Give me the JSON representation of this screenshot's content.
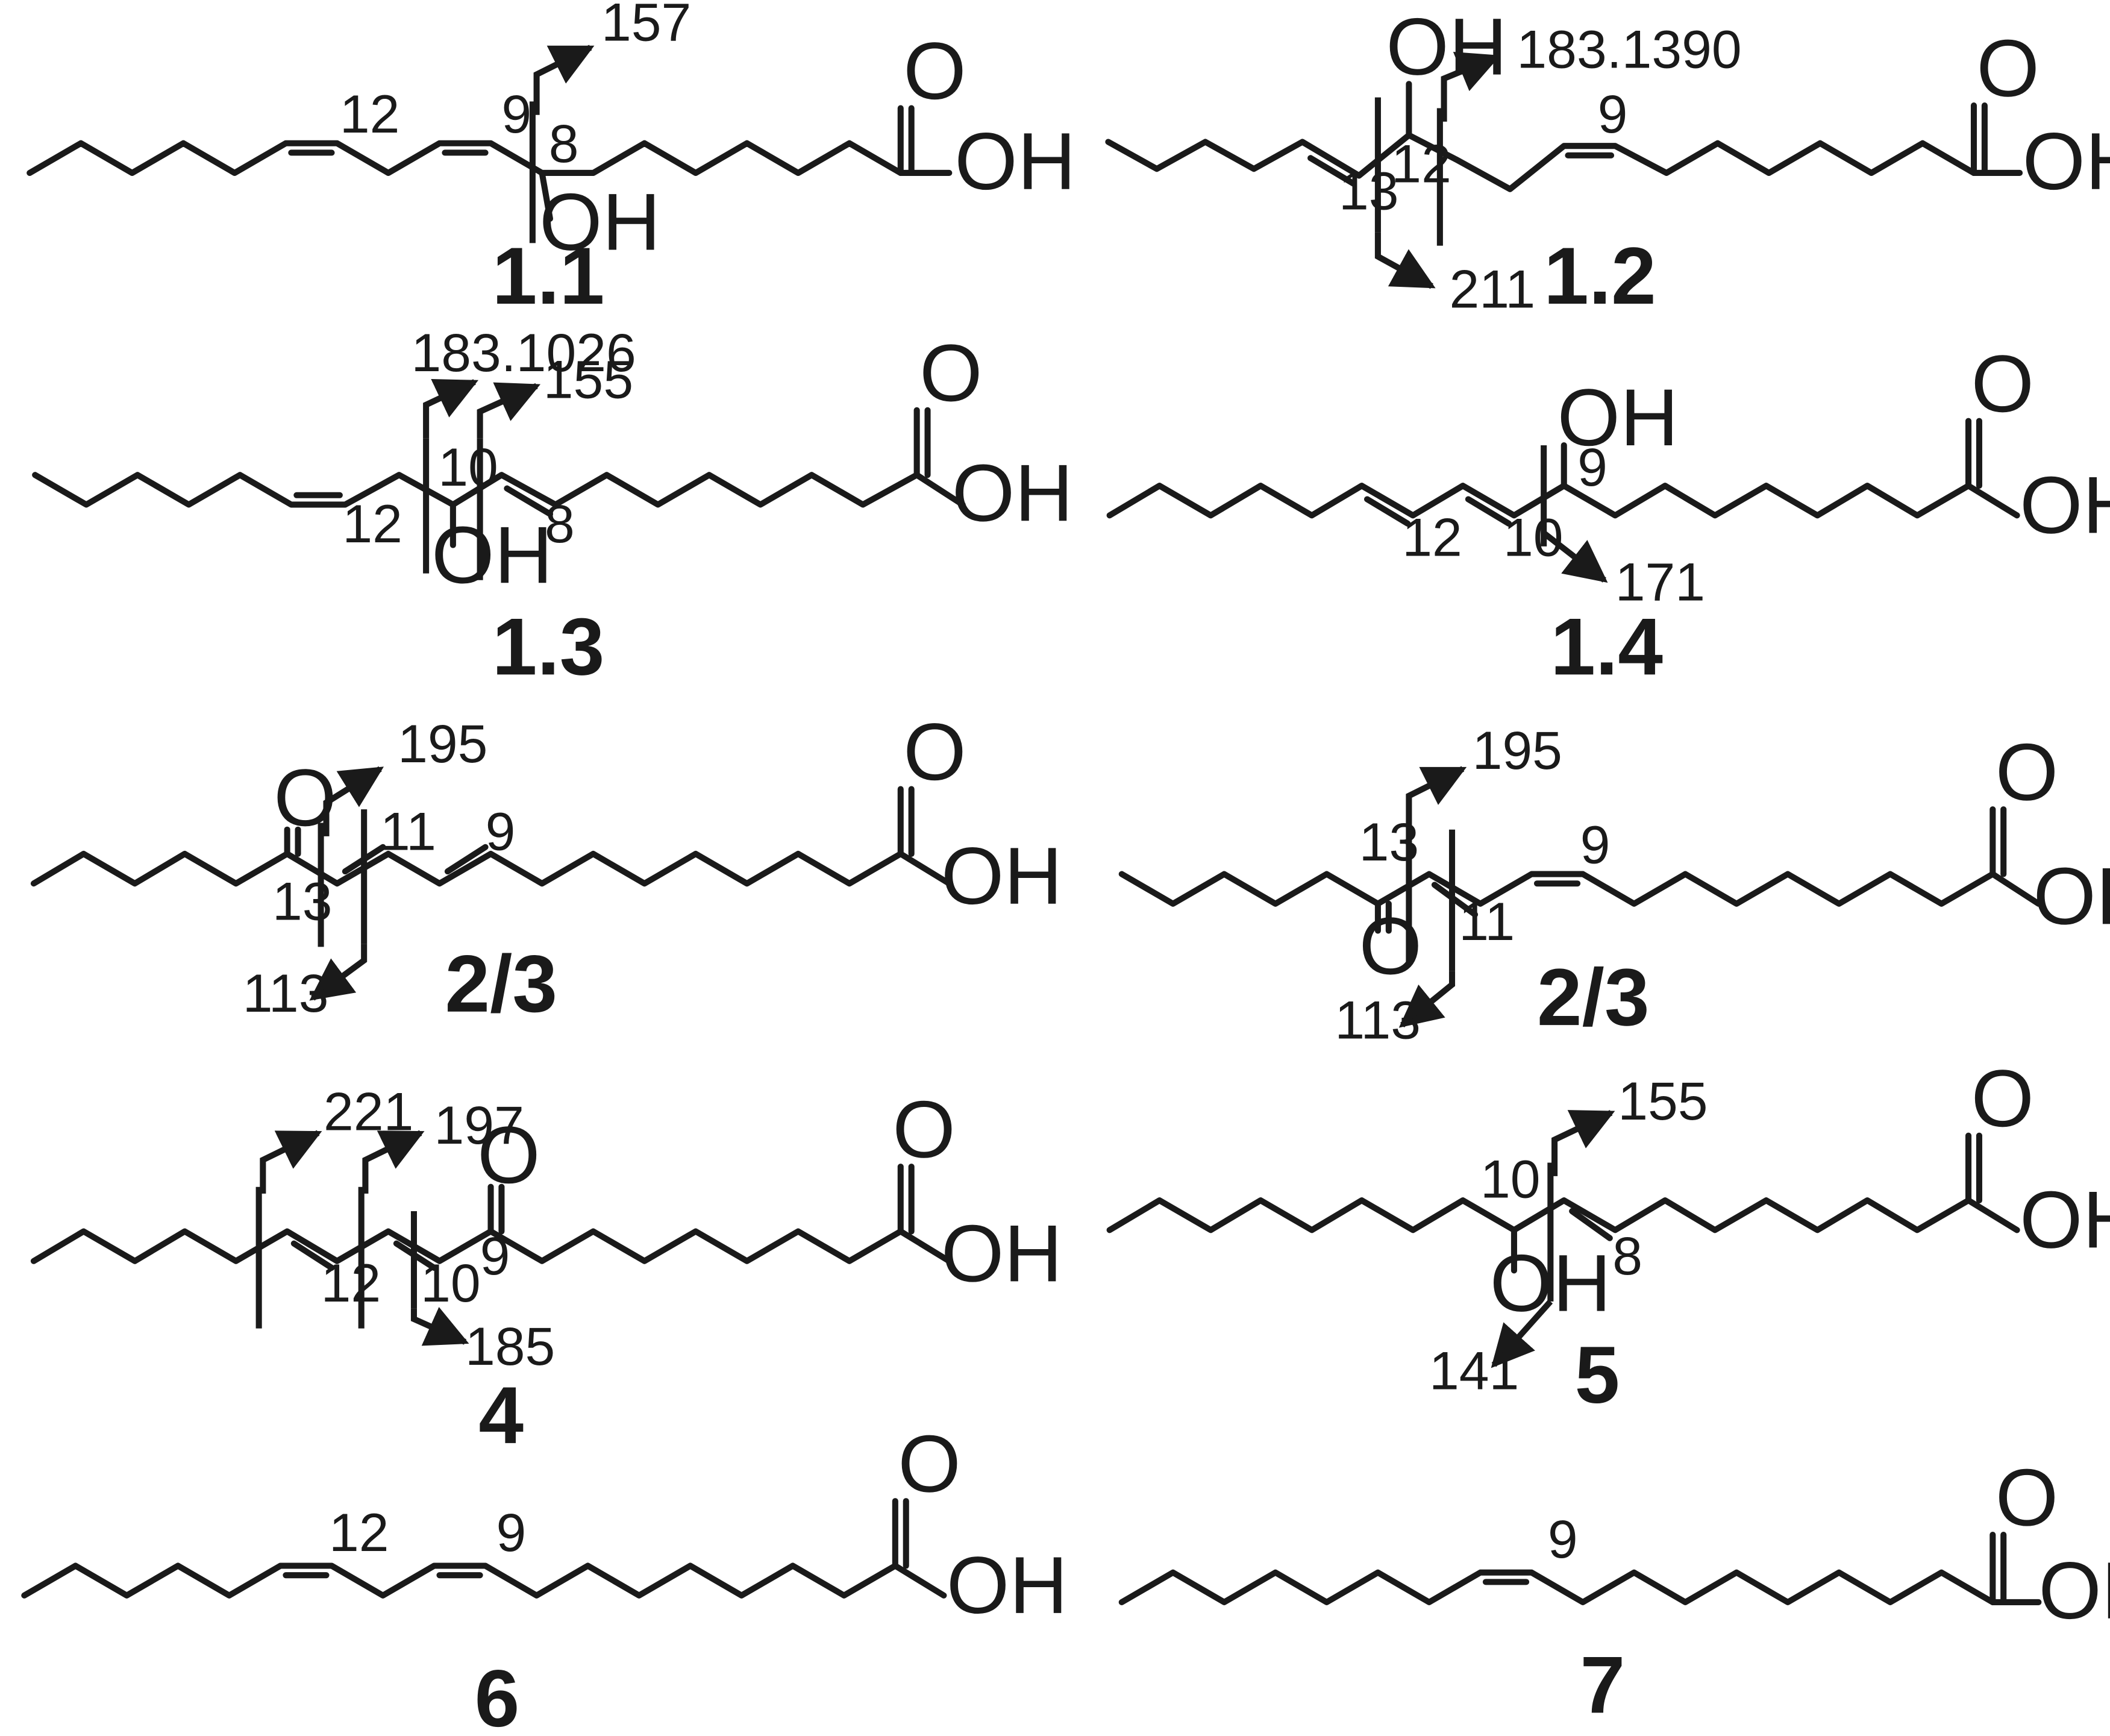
{
  "colors": {
    "ink": "#1a1a1a",
    "background": "#ffffff"
  },
  "atoms": {
    "oh": "OH",
    "o": "O"
  },
  "compounds": {
    "c11": {
      "id": "1.1",
      "n12": "12",
      "n9": "9",
      "n8": "8",
      "mz157": "157"
    },
    "c12": {
      "id": "1.2",
      "n9": "9",
      "n12": "12",
      "n13": "13",
      "mz183": "183.1390",
      "mz211": "211"
    },
    "c13": {
      "id": "1.3",
      "n10": "10",
      "n12": "12",
      "n8": "8",
      "mz183": "183.1026",
      "mz155": "155"
    },
    "c14": {
      "id": "1.4",
      "n9": "9",
      "n12": "12",
      "n10": "10",
      "mz171": "171"
    },
    "c23a": {
      "id": "2/3",
      "n11": "11",
      "n9": "9",
      "n13": "13",
      "mz195": "195",
      "mz113": "113"
    },
    "c23b": {
      "id": "2/3",
      "n13": "13",
      "n9": "9",
      "n11": "11",
      "mz195": "195",
      "mz113": "113"
    },
    "c4": {
      "id": "4",
      "n12": "12",
      "n10": "10",
      "n9": "9",
      "mz221": "221",
      "mz197": "197",
      "mz185": "185"
    },
    "c5": {
      "id": "5",
      "n10": "10",
      "n8": "8",
      "mz155": "155",
      "mz141": "141"
    },
    "c6": {
      "id": "6",
      "n12": "12",
      "n9": "9"
    },
    "c7": {
      "id": "7",
      "n9": "9"
    }
  }
}
